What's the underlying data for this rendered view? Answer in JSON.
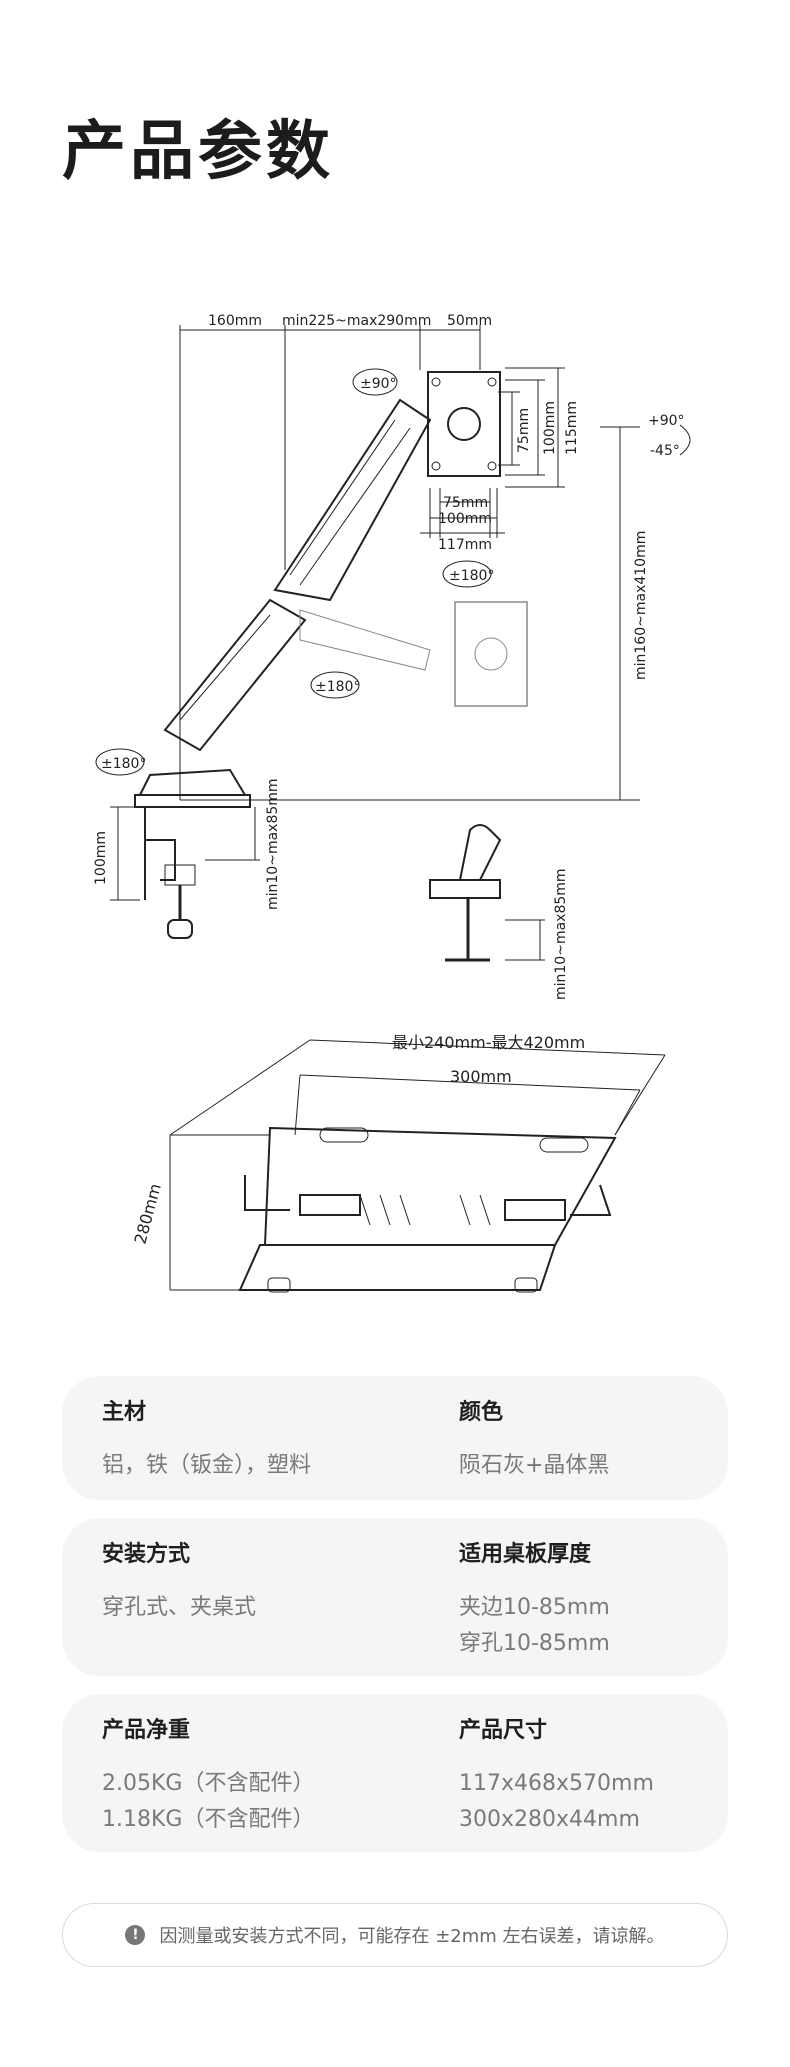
{
  "page_title": "产品参数",
  "arm_diagram": {
    "dim_top_1": "160mm",
    "dim_top_2": "min225~max290mm",
    "dim_top_3": "50mm",
    "rot_top": "±90°",
    "vesa_75h": "75mm",
    "vesa_100h": "100mm",
    "vesa_115h": "115mm",
    "vesa_75w": "75mm",
    "vesa_100w": "100mm",
    "vesa_117w": "117mm",
    "rot_vesa": "±180°",
    "rot_mid": "±180°",
    "rot_base": "±180°",
    "tilt_up": "+90°",
    "tilt_down": "-45°",
    "height_range": "min160~max410mm",
    "clamp_height": "100mm",
    "clamp_range": "min10~max85mm",
    "grommet_range": "min10~max85mm"
  },
  "tray_diagram": {
    "width_range": "最小240mm-最大420mm",
    "width": "300mm",
    "depth": "280mm"
  },
  "specs": [
    {
      "label": "主材",
      "value": "铝，铁（钣金），塑料"
    },
    {
      "label": "颜色",
      "value": "陨石灰+晶体黑"
    },
    {
      "label": "安装方式",
      "value": "穿孔式、夹桌式"
    },
    {
      "label": "适用桌板厚度",
      "value": "夹边10-85mm\n穿孔10-85mm"
    },
    {
      "label": "产品净重",
      "value": "2.05KG（不含配件）\n1.18KG（不含配件）"
    },
    {
      "label": "产品尺寸",
      "value": "117x468x570mm\n300x280x44mm"
    }
  ],
  "note": {
    "icon": "info-icon",
    "text": "因测量或安装方式不同，可能存在 ±2mm 左右误差，请谅解。"
  }
}
